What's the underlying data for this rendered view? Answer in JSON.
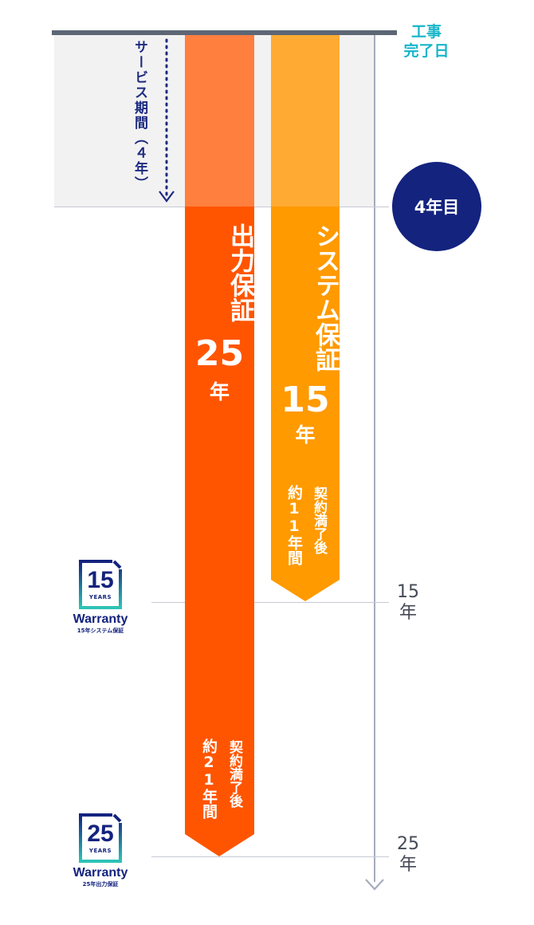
{
  "markers": {
    "completion_label": [
      "工事",
      "完了日"
    ],
    "service_year_badge": "4年目"
  },
  "service_period": {
    "label": "サービス期間（４年）",
    "years": 4
  },
  "bars": [
    {
      "id": "output",
      "title": "出力保証",
      "number": "25",
      "unit": "年",
      "after_label": "契約満了後",
      "after_value": "約21年間",
      "years": 25,
      "color_top": "#ff7f3f",
      "color_main": "#ff5500"
    },
    {
      "id": "system",
      "title": "システム保証",
      "number": "15",
      "unit": "年",
      "after_label": "契約満了後",
      "after_value": "約11年間",
      "years": 15,
      "color_top": "#ffab33",
      "color_main": "#ff9a00"
    }
  ],
  "axis_ticks": [
    {
      "number": "15",
      "unit": "年"
    },
    {
      "number": "25",
      "unit": "年"
    }
  ],
  "warranty_badges": [
    {
      "number": "15",
      "years_text": "YEARS",
      "word": "Warranty",
      "caption": "15年システム保証"
    },
    {
      "number": "25",
      "years_text": "YEARS",
      "word": "Warranty",
      "caption": "25年出力保証"
    }
  ],
  "colors": {
    "navy": "#13237e",
    "teal": "#17b5c8",
    "axis": "#a7acbd",
    "band": "#f2f2f2"
  }
}
